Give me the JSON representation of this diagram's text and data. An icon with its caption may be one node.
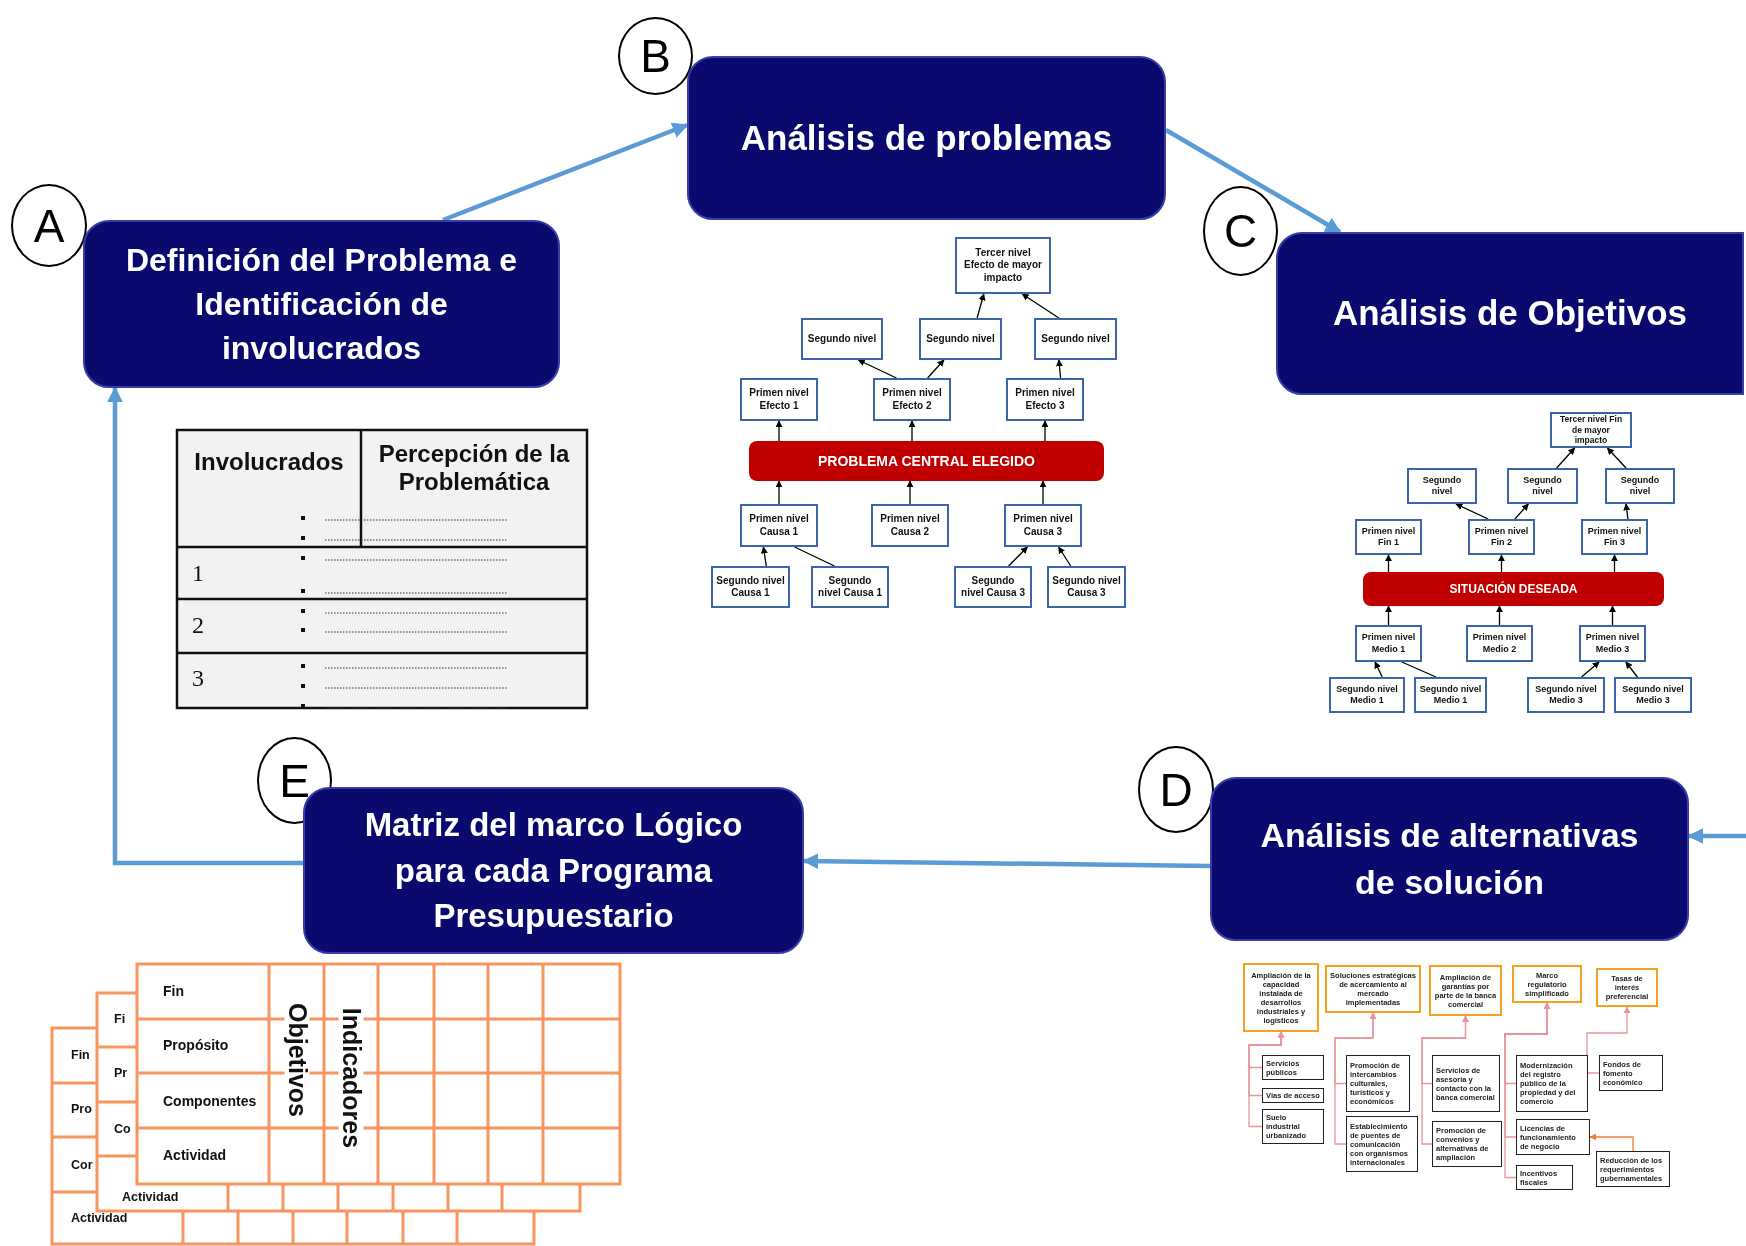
{
  "diagram": {
    "nodes": [
      {
        "text": [
          "A"
        ]
      },
      {
        "text": [
          "Definición del Problema e Identificación de involucrados"
        ]
      },
      {
        "text": [
          "B"
        ]
      },
      {
        "text": [
          "Análisis de problemas"
        ]
      },
      {
        "text": [
          "C"
        ]
      },
      {
        "text": [
          "Análisis de Objetivos"
        ]
      },
      {
        "text": [
          "D"
        ]
      },
      {
        "text": [
          "Análisis de alternativas de solución"
        ]
      },
      {
        "text": [
          "E"
        ]
      },
      {
        "text": [
          "Matriz del marco Lógico para cada Programa Presupuestario"
        ]
      },
      {
        "text": [
          "Tercer nivel Efecto de mayor impacto"
        ]
      },
      {
        "text": [
          "Segundo nivel"
        ]
      },
      {
        "text": [
          "Segundo nivel"
        ]
      },
      {
        "text": [
          "Segundo nivel"
        ]
      },
      {
        "text": [
          "Primen nivel Efecto 1"
        ]
      },
      {
        "text": [
          "Primen nivel Efecto 2"
        ]
      },
      {
        "text": [
          "Primen nivel Efecto 3"
        ]
      },
      {
        "text": [
          "PROBLEMA CENTRAL ELEGIDO"
        ]
      },
      {
        "text": [
          "Primen nivel Causa 1"
        ]
      },
      {
        "text": [
          "Primen nivel Causa 2"
        ]
      },
      {
        "text": [
          "Primen nivel Causa 3"
        ]
      },
      {
        "text": [
          "Segundo nivel Causa 1"
        ]
      },
      {
        "text": [
          "Segundo nivel Causa 1"
        ]
      },
      {
        "text": [
          "Segundo nivel Causa 3"
        ]
      },
      {
        "text": [
          "Segundo nivel Causa 3"
        ]
      },
      {
        "text": [
          "Tercer nivel Fin de mayor impacto"
        ]
      },
      {
        "text": [
          "Segundo nivel"
        ]
      },
      {
        "text": [
          "Segundo nivel"
        ]
      },
      {
        "text": [
          "Segundo nivel"
        ]
      },
      {
        "text": [
          "Primen nivel Fin 1"
        ]
      },
      {
        "text": [
          "Primen nivel Fin 2"
        ]
      },
      {
        "text": [
          "Primen nivel Fin 3"
        ]
      },
      {
        "text": [
          "SITUACIÓN DESEADA"
        ]
      },
      {
        "text": [
          "Primen nivel Medio 1"
        ]
      },
      {
        "text": [
          "Primen nivel Medio 2"
        ]
      },
      {
        "text": [
          "Primen nivel Medio 3"
        ]
      },
      {
        "text": [
          "Segundo nivel Medio 1"
        ]
      },
      {
        "text": [
          "Segundo nivel Medio 1"
        ]
      },
      {
        "text": [
          "Segundo nivel Medio 3"
        ]
      },
      {
        "text": [
          "Segundo nivel Medio 3"
        ]
      },
      {
        "text": [
          "Ampliación de la capacidad instalada de desarrollos industriales y logísticos"
        ]
      },
      {
        "text": [
          "Soluciones estratégicas de acercamiento al mercado implementadas"
        ]
      },
      {
        "text": [
          "Ampliación de garantías por parte de la banca comercial"
        ]
      },
      {
        "text": [
          "Marco regulatorio simplificado"
        ]
      },
      {
        "text": [
          "Tasas de interés preferencial"
        ]
      },
      {
        "text": [
          "Servicios públicos"
        ]
      },
      {
        "text": [
          "Vías de acceso"
        ]
      },
      {
        "text": [
          "Suelo industrial urbanizado"
        ]
      },
      {
        "text": [
          "Promoción de intercambios culturales, turísticos y económicos"
        ]
      },
      {
        "text": [
          "Establecimiento de puentes de comunicación con organismos internacionales"
        ]
      },
      {
        "text": [
          "Servicios de asesoría y contacto con la banca comercial"
        ]
      },
      {
        "text": [
          "Promoción de convenios y alternativas de ampliación"
        ]
      },
      {
        "text": [
          "Modernización del registro público de la propiedad y del comercio"
        ]
      },
      {
        "text": [
          "Fondos de fomento económico"
        ]
      },
      {
        "text": [
          "Licencias de funcionamiento de negocio"
        ]
      },
      {
        "text": [
          "Incentivos fiscales"
        ]
      },
      {
        "text": [
          "Reducción de los requerimientos gubernamentales"
        ]
      }
    ],
    "edges": [
      {
        "from": 1,
        "to": 3,
        "arrow": "to",
        "style": "thick",
        "color": "#5b9bd5"
      },
      {
        "from": 3,
        "to": 5,
        "arrow": "to",
        "style": "thick",
        "color": "#5b9bd5"
      },
      {
        "from": null,
        "to": 7,
        "arrow": "to",
        "style": "thick",
        "color": "#5b9bd5"
      },
      {
        "from": 7,
        "to": 9,
        "arrow": "to",
        "style": "thick",
        "color": "#5b9bd5"
      },
      {
        "from": 9,
        "to": 1,
        "arrow": "to",
        "style": "thick",
        "color": "#5b9bd5"
      },
      {
        "from": 17,
        "to": 14,
        "arrow": "to"
      },
      {
        "from": 17,
        "to": 15,
        "arrow": "to"
      },
      {
        "from": 17,
        "to": 16,
        "arrow": "to"
      },
      {
        "from": 15,
        "to": 11,
        "arrow": "to"
      },
      {
        "from": 15,
        "to": 12,
        "arrow": "to"
      },
      {
        "from": 16,
        "to": 13,
        "arrow": "to"
      },
      {
        "from": 12,
        "to": 10,
        "arrow": "to"
      },
      {
        "from": 13,
        "to": 10,
        "arrow": "to"
      },
      {
        "from": 18,
        "to": 17,
        "arrow": "to"
      },
      {
        "from": 19,
        "to": 17,
        "arrow": "to"
      },
      {
        "from": 20,
        "to": 17,
        "arrow": "to"
      },
      {
        "from": 21,
        "to": 18,
        "arrow": "to"
      },
      {
        "from": 22,
        "to": 18,
        "arrow": "none"
      },
      {
        "from": 23,
        "to": 20,
        "arrow": "to"
      },
      {
        "from": 24,
        "to": 20,
        "arrow": "to"
      },
      {
        "from": 32,
        "to": 29,
        "arrow": "to"
      },
      {
        "from": 32,
        "to": 30,
        "arrow": "to"
      },
      {
        "from": 32,
        "to": 31,
        "arrow": "to"
      },
      {
        "from": 30,
        "to": 26,
        "arrow": "to"
      },
      {
        "from": 30,
        "to": 27,
        "arrow": "to"
      },
      {
        "from": 31,
        "to": 28,
        "arrow": "to"
      },
      {
        "from": 27,
        "to": 25,
        "arrow": "to"
      },
      {
        "from": 28,
        "to": 25,
        "arrow": "to"
      },
      {
        "from": 33,
        "to": 32,
        "arrow": "to"
      },
      {
        "from": 34,
        "to": 32,
        "arrow": "to"
      },
      {
        "from": 35,
        "to": 32,
        "arrow": "to"
      },
      {
        "from": 36,
        "to": 33,
        "arrow": "to"
      },
      {
        "from": 37,
        "to": 33,
        "arrow": "none"
      },
      {
        "from": 38,
        "to": 35,
        "arrow": "to"
      },
      {
        "from": 39,
        "to": 35,
        "arrow": "to"
      },
      {
        "from": 45,
        "to": 40,
        "arrow": "to",
        "color": "#e8959a"
      },
      {
        "from": 46,
        "to": 40,
        "arrow": "to",
        "color": "#e8959a"
      },
      {
        "from": 47,
        "to": 40,
        "arrow": "to",
        "color": "#e8959a"
      },
      {
        "from": 48,
        "to": 41,
        "arrow": "to",
        "color": "#e8959a"
      },
      {
        "from": 49,
        "to": 41,
        "arrow": "to",
        "color": "#e8959a"
      },
      {
        "from": 50,
        "to": 42,
        "arrow": "to",
        "color": "#e8959a"
      },
      {
        "from": 51,
        "to": 42,
        "arrow": "to",
        "color": "#e8959a"
      },
      {
        "from": 52,
        "to": 43,
        "arrow": "to",
        "color": "#e8959a"
      },
      {
        "from": 54,
        "to": 43,
        "arrow": "to",
        "color": "#e8959a"
      },
      {
        "from": 55,
        "to": 43,
        "arrow": "to",
        "color": "#e8959a"
      },
      {
        "from": 53,
        "to": 44,
        "arrow": "to",
        "color": "#e8959a"
      },
      {
        "from": 56,
        "to": 54,
        "arrow": "to",
        "color": "#ed7d31"
      }
    ],
    "labels": [
      "Involucrados",
      "Percepción de la Problemática",
      "1",
      "2",
      "3",
      "Fin",
      "Pro",
      "Cor",
      "Actividad",
      "Fi",
      "Pr",
      "Co",
      "Actividad",
      "Fin",
      "Propósito",
      "Componentes",
      "Actividad",
      "Objetivos",
      "Indicadores"
    ]
  }
}
